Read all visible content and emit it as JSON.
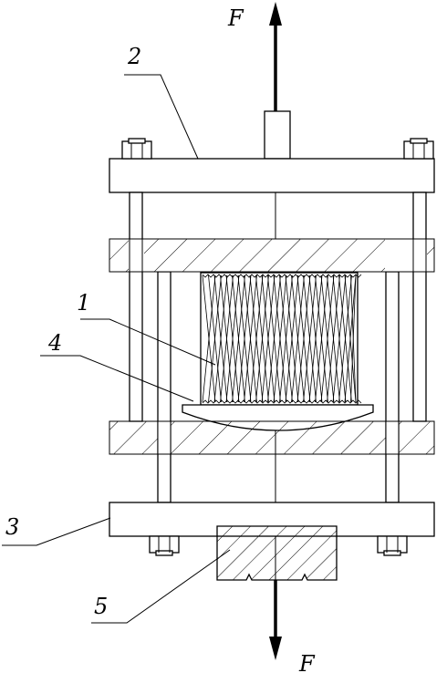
{
  "labels": {
    "force_top": "F",
    "force_bottom": "F",
    "part_1": "1",
    "part_2": "2",
    "part_3": "3",
    "part_4": "4",
    "part_5": "5"
  },
  "colors": {
    "line": "#000000",
    "background": "#ffffff"
  }
}
